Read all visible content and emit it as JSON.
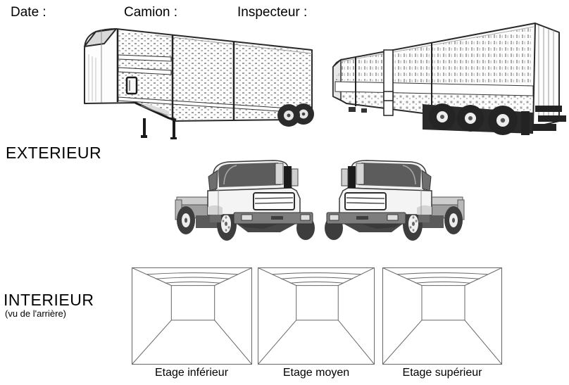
{
  "header": {
    "fields": [
      {
        "id": "date",
        "label": "Date :"
      },
      {
        "id": "camion",
        "label": "Camion :"
      },
      {
        "id": "inspecteur",
        "label": "Inspecteur :"
      }
    ]
  },
  "sections": {
    "exterior": {
      "label": "EXTERIEUR"
    },
    "interior": {
      "label": "INTERIEUR",
      "note": "(vu de l'arrière)"
    }
  },
  "interior_views": [
    {
      "label": "Etage inférieur"
    },
    {
      "label": "Etage moyen"
    },
    {
      "label": "Etage supérieur"
    }
  ],
  "illustrations": {
    "trailer_left": "livestock-trailer-gooseneck-side-view",
    "trailer_right": "livestock-trailer-rear-quarter-side-view",
    "truck_left": "truck-cab-front-view-facing-right",
    "truck_right": "truck-cab-front-view-facing-left",
    "interior_box": "trailer-interior-perspective-seen-from-rear"
  },
  "colors": {
    "background": "#ffffff",
    "text": "#000000",
    "line_art": "#2a2a2a",
    "interior_line": "#666666",
    "truck_dark": "#3d3d3d",
    "truck_light": "#f4f4f4"
  }
}
